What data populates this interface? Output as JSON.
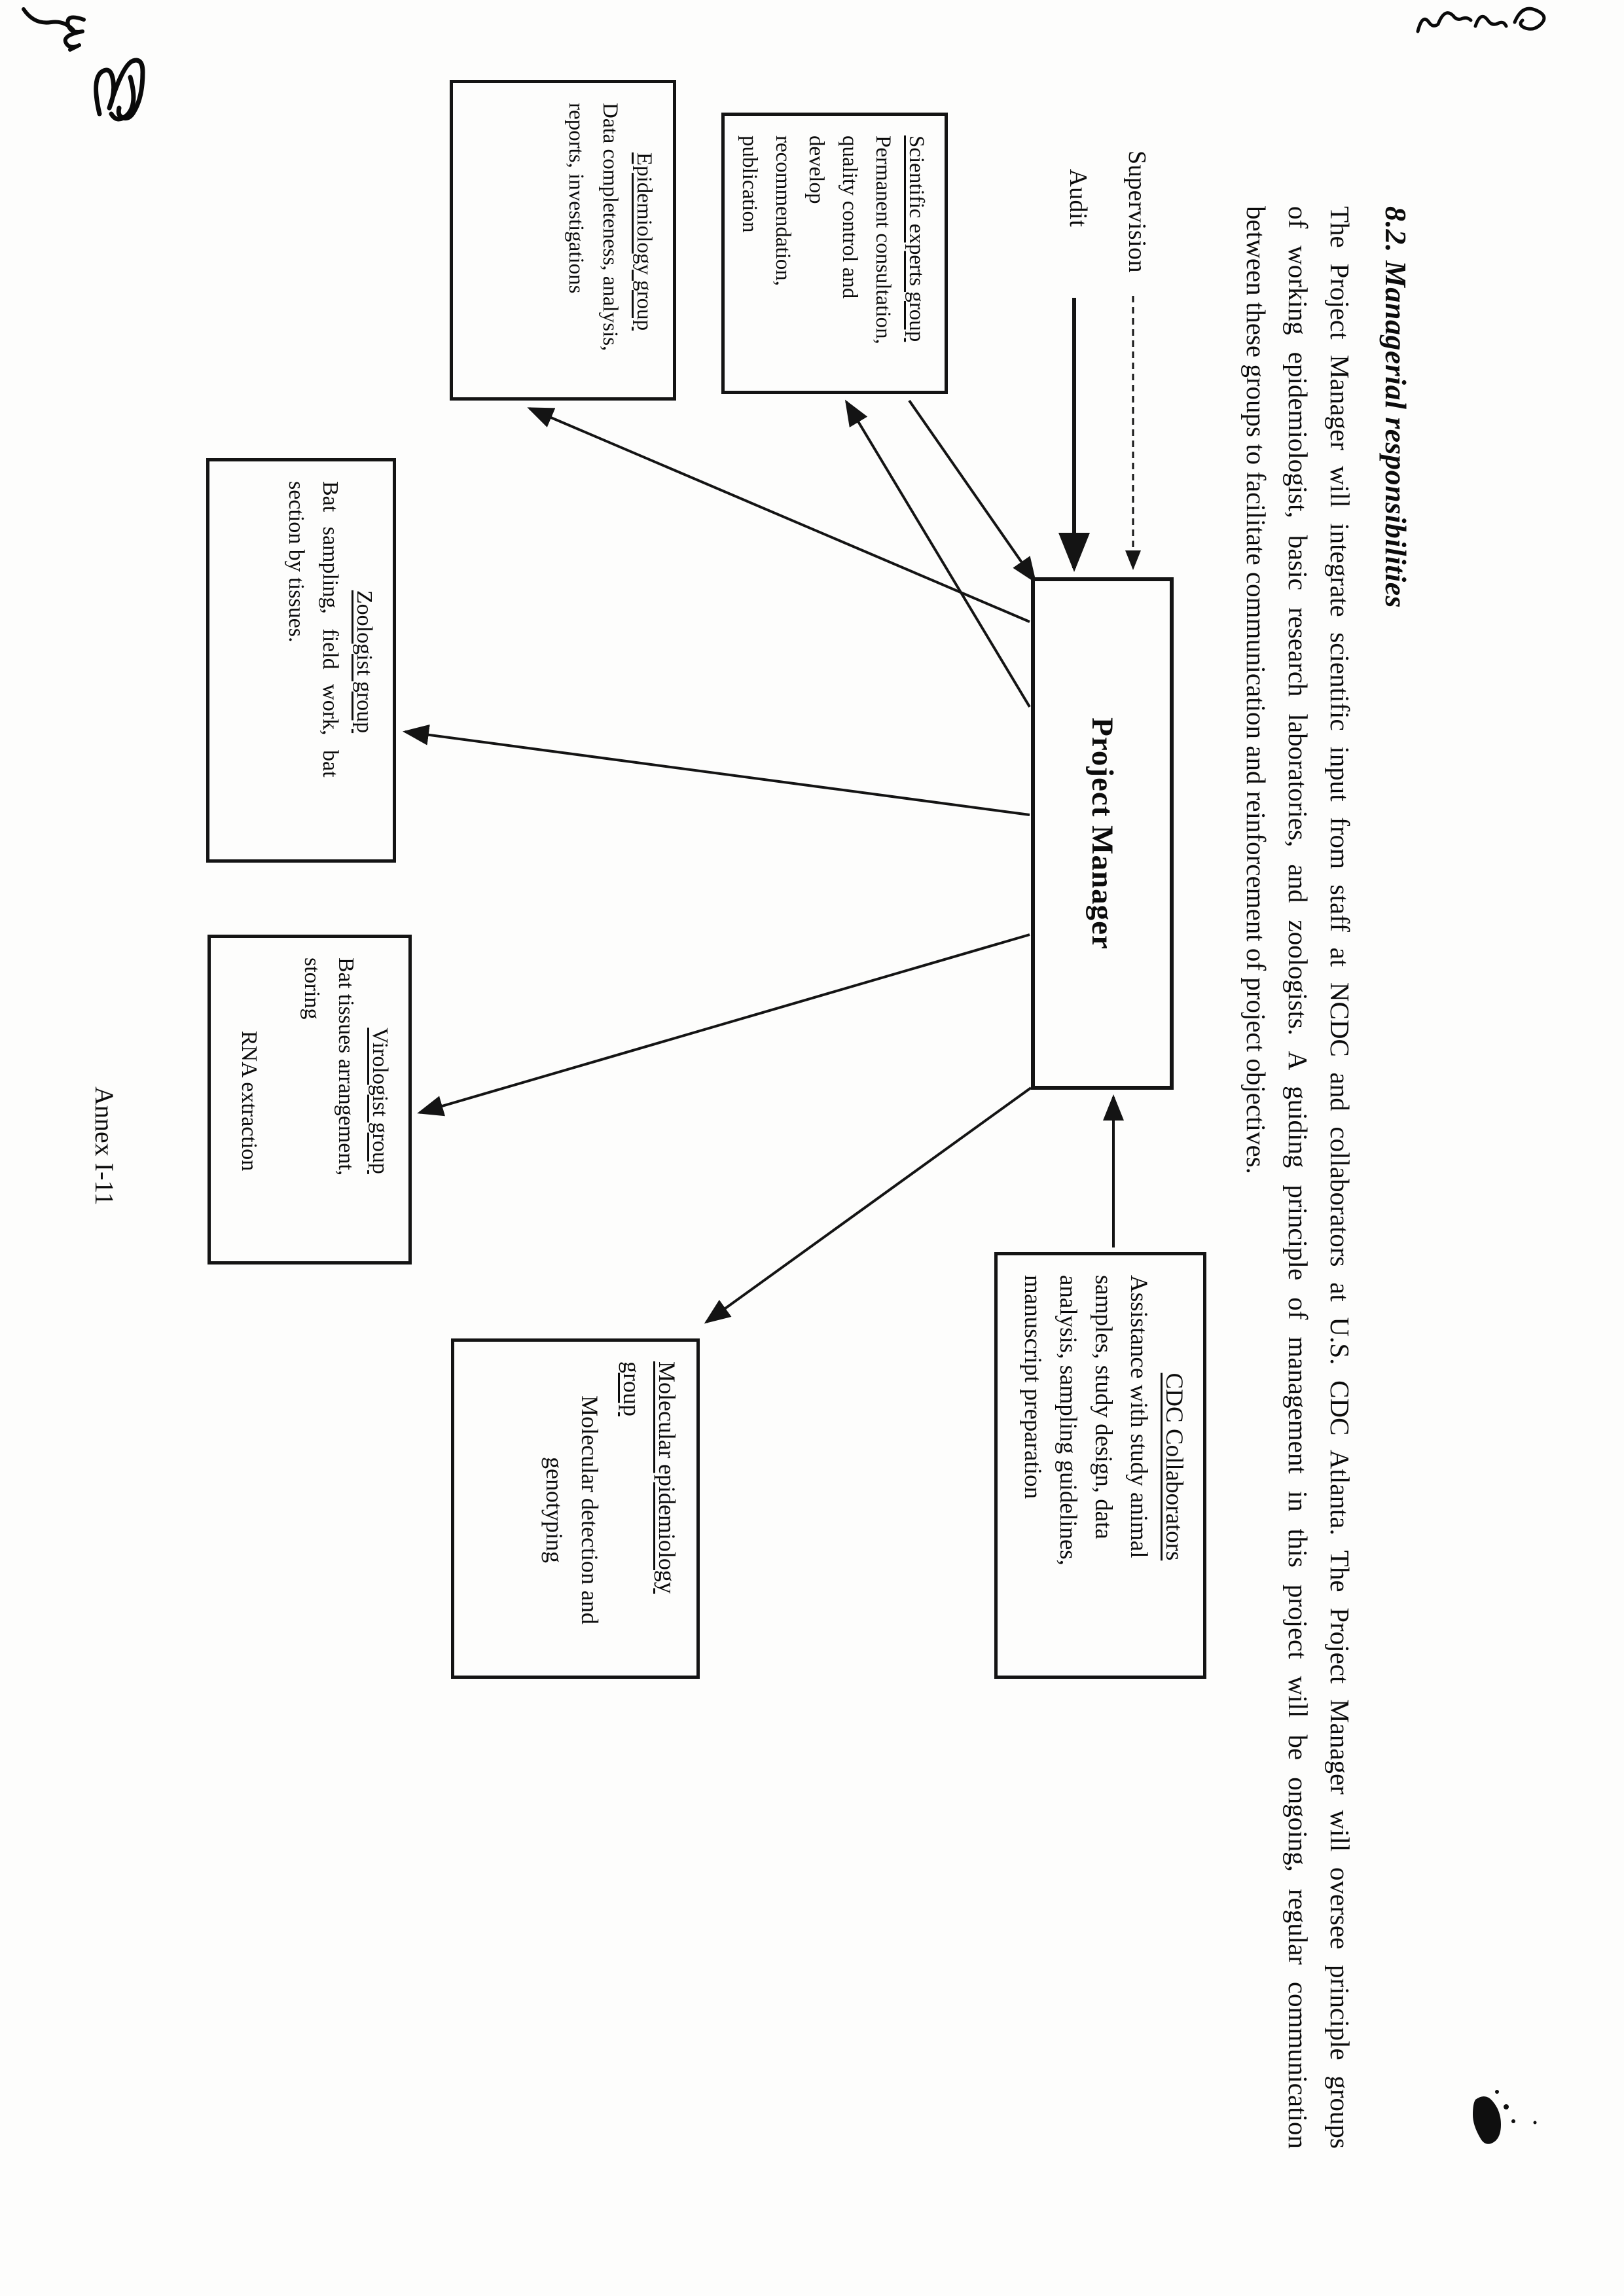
{
  "page": {
    "section_title": "8.2. Managerial responsibilities",
    "paragraph_lines": [
      "The Project Manager will integrate scientific input from staff at NCDC and collaborators at U.S. CDC Atlanta. The Project Manager will oversee principle groups",
      "of working epidemiologist, basic research laboratories, and zoologists. A guiding principle of management in this project will be ongoing, regular communication",
      "between these groups to facilitate communication and reinforcement of project objectives."
    ],
    "footer": "Annex I-11"
  },
  "flow_labels": {
    "supervision": "Supervision",
    "audit": "Audit"
  },
  "project_manager": {
    "label": "Project Manager"
  },
  "boxes": {
    "scientific_experts": {
      "title": "Scientific experts group",
      "lines": [
        "Permanent consultation,",
        "quality control and",
        "develop",
        "recommendation,",
        "publication"
      ]
    },
    "epidemiology": {
      "title": "Epidemiology group",
      "lines": [
        "Data completeness, analysis,",
        "reports, investigations"
      ]
    },
    "zoologist": {
      "title": "Zoologist group",
      "lines": [
        "Bat sampling, field work, bat",
        "section by tissues."
      ]
    },
    "virologist": {
      "title": "Virologist group",
      "lines": [
        "Bat tissues arrangement,",
        "storing",
        "RNA extraction"
      ]
    },
    "molecular_epidemiology": {
      "title_lines": [
        "Molecular epidemiology",
        "group"
      ],
      "lines": [
        "Molecular detection and",
        "genotyping"
      ]
    },
    "cdc_collaborators": {
      "title": "CDC Collaborators",
      "lines": [
        "Assistance with study animal",
        "samples, study design, data",
        "analysis, sampling guidelines,",
        "manuscript preparation"
      ]
    }
  },
  "colors": {
    "ink": "#141414",
    "paper": "#fdfdfc"
  }
}
